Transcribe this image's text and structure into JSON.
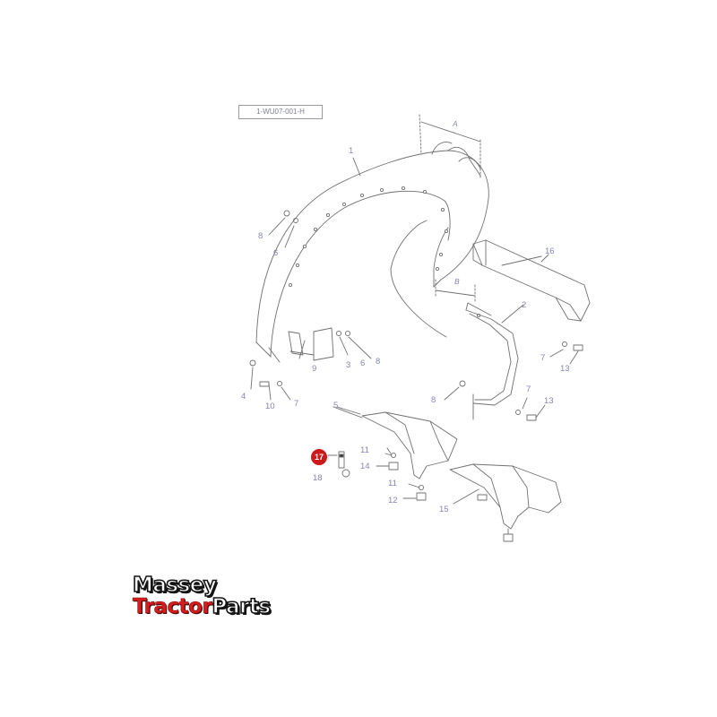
{
  "diagram": {
    "reference_code": "1-WU07-001-H",
    "dimension_labels": {
      "top": "A",
      "bottom": "B"
    },
    "callouts": {
      "c1": "1",
      "c2": "2",
      "c3": "3",
      "c4": "4",
      "c5": "5",
      "c6a": "6",
      "c6b": "6",
      "c7a": "7",
      "c7b": "7",
      "c7c": "7",
      "c8a": "8",
      "c8b": "8",
      "c8c": "8",
      "c9": "9",
      "c10": "10",
      "c11a": "11",
      "c11b": "11",
      "c12": "12",
      "c13a": "13",
      "c13b": "13",
      "c14": "14",
      "c15": "15",
      "c16": "16",
      "c18": "18"
    },
    "highlighted_part": "17",
    "highlight_color": "#cc1a1a",
    "callout_color": "#8585b0",
    "line_color": "#707070"
  },
  "logo": {
    "line1": "Massey",
    "line2a": "Tractor",
    "line2b": "Parts",
    "accent_color": "#d41e1e"
  }
}
